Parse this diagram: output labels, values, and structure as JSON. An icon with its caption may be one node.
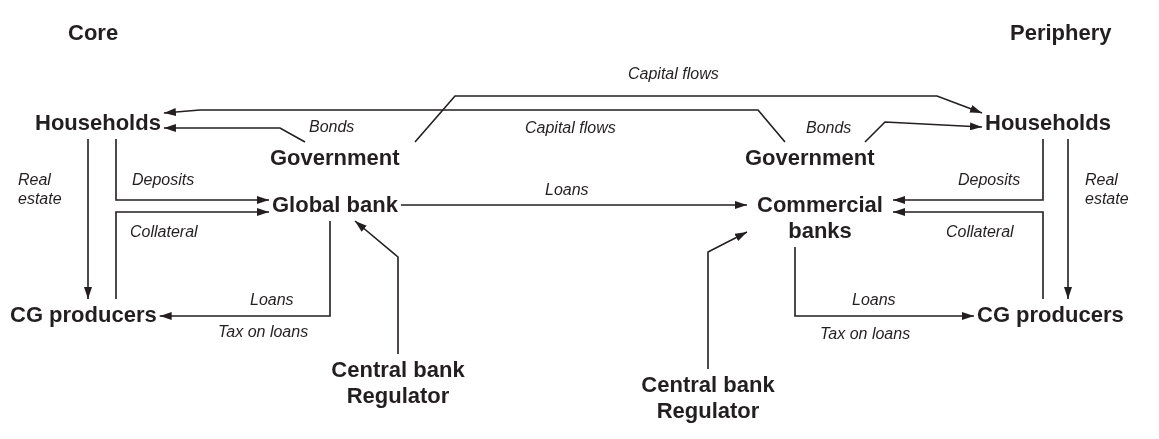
{
  "diagram": {
    "nodes": [
      {
        "text": [
          "Households"
        ]
      },
      {
        "text": [
          "Government"
        ]
      },
      {
        "text": [
          "Global bank"
        ]
      },
      {
        "text": [
          "CG producers"
        ]
      },
      {
        "text": [
          "Central bank Regulator"
        ]
      },
      {
        "text": [
          "Government"
        ]
      },
      {
        "text": [
          "Commercial banks"
        ]
      },
      {
        "text": [
          "Households"
        ]
      },
      {
        "text": [
          "CG producers"
        ]
      },
      {
        "text": [
          "Central bank Regulator"
        ]
      }
    ],
    "edges": [
      {
        "from": 1,
        "to": 0,
        "arrow": "to",
        "label": "Bonds"
      },
      {
        "from": 5,
        "to": 0,
        "arrow": "to",
        "label": "Capital flows"
      },
      {
        "from": 1,
        "to": 7,
        "arrow": "to",
        "label": "Capital flows"
      },
      {
        "from": 5,
        "to": 7,
        "arrow": "to",
        "label": "Bonds"
      },
      {
        "from": 0,
        "to": 2,
        "arrow": "to",
        "label": "Deposits"
      },
      {
        "from": 3,
        "to": 2,
        "arrow": "to",
        "label": "Collateral"
      },
      {
        "from": 0,
        "to": 3,
        "arrow": "to",
        "label": "Real estate"
      },
      {
        "from": 2,
        "to": 3,
        "arrow": "to",
        "label": "Loans"
      },
      {
        "from": 4,
        "to": 2,
        "arrow": "to"
      },
      {
        "from": 2,
        "to": 6,
        "arrow": "to",
        "label": "Loans"
      },
      {
        "from": 9,
        "to": 6,
        "arrow": "to"
      },
      {
        "from": 6,
        "to": 8,
        "arrow": "to",
        "label": "Loans"
      },
      {
        "from": 7,
        "to": 6,
        "arrow": "to",
        "label": "Deposits"
      },
      {
        "from": 8,
        "to": 6,
        "arrow": "to",
        "label": "Collateral"
      },
      {
        "from": 7,
        "to": 8,
        "arrow": "to",
        "label": "Real estate"
      }
    ],
    "labels": [
      "Core",
      "Periphery",
      "Tax on loans",
      "Tax on loans"
    ]
  }
}
